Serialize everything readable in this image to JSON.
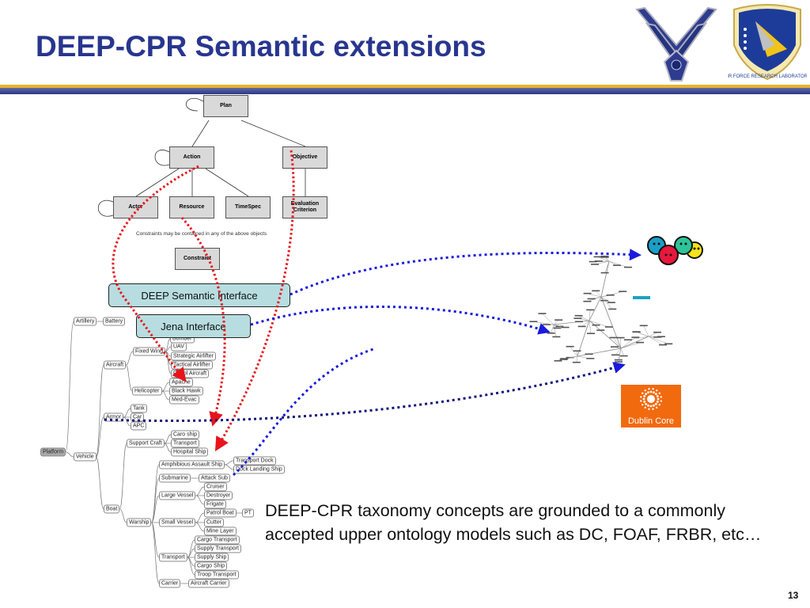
{
  "slide": {
    "title": "DEEP-CPR Semantic extensions",
    "page_number": "13",
    "body_text": "DEEP-CPR taxonomy concepts are grounded to a commonly accepted upper ontology models such as DC, FOAF, FRBR, etc…",
    "colors": {
      "title": "#28368f",
      "accent_bar": "#e6b52a",
      "header_bar": "#2c3983",
      "red_links": "#e8141c",
      "blue_links": "#1a1adc",
      "interface_fill": "#b7dde0"
    }
  },
  "logos": {
    "air_force": "air-force-wings-logo",
    "afrl": "AIR FORCE RESEARCH LABORATORY",
    "dublin_core": "Dublin Core",
    "foaf": "foaf-smiley-logo"
  },
  "uml": {
    "plan": "Plan",
    "action": "Action",
    "objective": "Objective",
    "actor": "Actor",
    "resource": "Resource",
    "timespec": "TimeSpec",
    "evaluation_criterion": "Evaluation Criterion",
    "constraint": "Constraint",
    "constraint_note": "Constraints may be contained in any of the above objects"
  },
  "interfaces": {
    "semantic": "DEEP Semantic Interface",
    "jena": "Jena Interface"
  },
  "taxonomy": {
    "nodes": [
      {
        "label": "Platform",
        "parent": null
      },
      {
        "label": "Artillery",
        "parent": 0
      },
      {
        "label": "Battery",
        "parent": 1
      },
      {
        "label": "Vehicle",
        "parent": 0
      },
      {
        "label": "Aircraft",
        "parent": 3
      },
      {
        "label": "Fixed Wing",
        "parent": 4
      },
      {
        "label": "Bomber",
        "parent": 5
      },
      {
        "label": "UAV",
        "parent": 5
      },
      {
        "label": "Strategic  Airlifter",
        "parent": 5
      },
      {
        "label": "Tactical Airlifter",
        "parent": 5
      },
      {
        "label": "Patrol Aircraft",
        "parent": 5
      },
      {
        "label": "Helicopter",
        "parent": 4
      },
      {
        "label": "Apache",
        "parent": 11
      },
      {
        "label": "Black Hawk",
        "parent": 11
      },
      {
        "label": "Med-Evac",
        "parent": 11
      },
      {
        "label": "Armor",
        "parent": 3
      },
      {
        "label": "Tank",
        "parent": 15
      },
      {
        "label": "Car",
        "parent": 15
      },
      {
        "label": "APC",
        "parent": 15
      },
      {
        "label": "Boat",
        "parent": 3
      },
      {
        "label": "Support Craft",
        "parent": 19
      },
      {
        "label": "Caro ship",
        "parent": 20
      },
      {
        "label": "Transport",
        "parent": 20
      },
      {
        "label": "Hospital Ship",
        "parent": 20
      },
      {
        "label": "Warship",
        "parent": 19
      },
      {
        "label": "Amphibious Assault Ship",
        "parent": 24
      },
      {
        "label": "Transport Dock",
        "parent": 25
      },
      {
        "label": "Dock Landing Ship",
        "parent": 25
      },
      {
        "label": "Submarine",
        "parent": 24
      },
      {
        "label": "Attack Sub",
        "parent": 28
      },
      {
        "label": "Large Vessel",
        "parent": 24
      },
      {
        "label": "Cruiser",
        "parent": 30
      },
      {
        "label": "Destroyer",
        "parent": 30
      },
      {
        "label": "Frigate",
        "parent": 30
      },
      {
        "label": "Small Vessel",
        "parent": 24
      },
      {
        "label": "Patrol Boat",
        "parent": 34
      },
      {
        "label": "PT",
        "parent": 35
      },
      {
        "label": "Cutter",
        "parent": 34
      },
      {
        "label": "Mine Layer",
        "parent": 34
      },
      {
        "label": "Transport",
        "parent": 24
      },
      {
        "label": "Cargo Transport",
        "parent": 39
      },
      {
        "label": "Supply Transport",
        "parent": 39
      },
      {
        "label": "Supply Ship",
        "parent": 39
      },
      {
        "label": "Cargo Ship",
        "parent": 39
      },
      {
        "label": "Troop Transport",
        "parent": 39
      },
      {
        "label": "Carrier",
        "parent": 24
      },
      {
        "label": "Aircraft Carrier",
        "parent": 45
      }
    ]
  }
}
